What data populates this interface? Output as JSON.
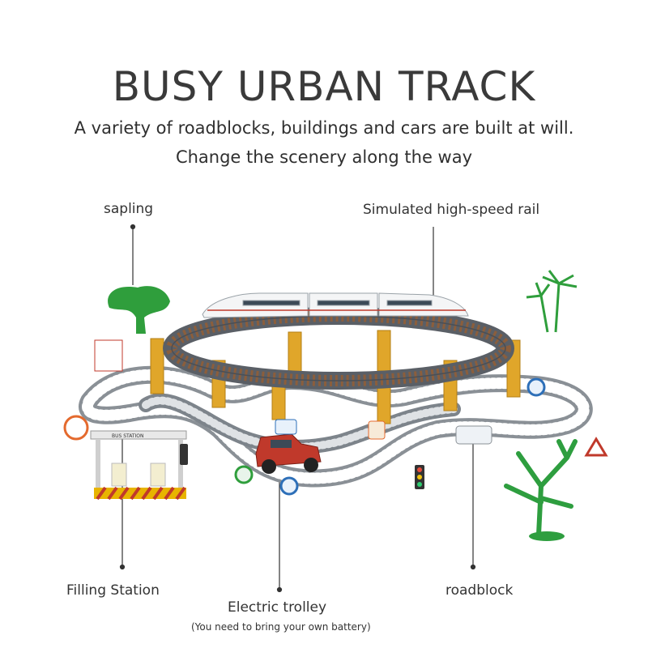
{
  "header": {
    "title": "BUSY URBAN TRACK",
    "subtitle_line1": "A variety of roadblocks, buildings and cars are built at will.",
    "subtitle_line2": "Change the scenery along the way"
  },
  "callouts": {
    "sapling": "sapling",
    "rail": "Simulated high-speed rail",
    "filling_station": "Filling Station",
    "trolley": "Electric trolley",
    "trolley_note": "(You need to bring your own battery)",
    "roadblock": "roadblock"
  },
  "colors": {
    "track_gray": "#8a9096",
    "track_dark": "#5a5f66",
    "upper_track": "#6b4f3a",
    "pillar": "#e0a62a",
    "tree": "#2f9e3c",
    "car": "#c0392b",
    "station_stripe": "#e8b400"
  },
  "signs": {
    "station_sign": "BUS STATION"
  }
}
